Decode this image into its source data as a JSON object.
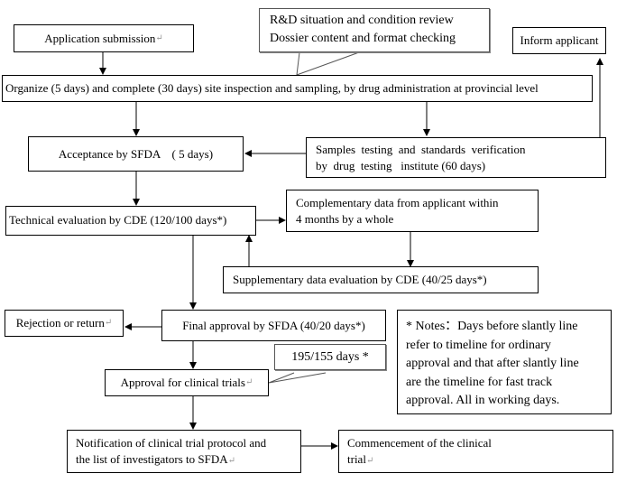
{
  "diagram": {
    "title": "Clinical trial application approval flowchart",
    "nodes": {
      "application_submission": {
        "label": "Application submission",
        "mark": "↵"
      },
      "review_callout": {
        "lines": [
          "R&D situation and condition review",
          "Dossier content and format checking"
        ]
      },
      "inform_applicant": {
        "label": "Inform applicant"
      },
      "organize_inspection": {
        "label": "Organize (5 days) and complete (30 days) site inspection and sampling, by drug administration at provincial level"
      },
      "acceptance_sfda": {
        "label": "Acceptance by SFDA    ( 5 days)"
      },
      "samples_testing": {
        "lines": [
          "Samples  testing  and  standards  verification",
          "by  drug  testing   institute (60 days)"
        ]
      },
      "technical_evaluation": {
        "label": "Technical evaluation by CDE (120/100 days*)"
      },
      "complementary_data": {
        "lines": [
          "Complementary data from applicant within",
          "4 months by a whole"
        ]
      },
      "supplementary_evaluation": {
        "label": "Supplementary data evaluation by CDE (40/25 days*)"
      },
      "rejection": {
        "label": "Rejection or return",
        "mark": "↵"
      },
      "final_approval": {
        "label": "Final approval by SFDA (40/20 days*)"
      },
      "days_callout": {
        "label": "195/155 days *"
      },
      "approval_clinical": {
        "label": "Approval for clinical trials",
        "mark": "↵"
      },
      "notes": {
        "lines": [
          "* Notes：Days before slantly line",
          "refer to timeline for ordinary",
          "approval and that after slantly line",
          "are the timeline for fast track",
          "approval. All in working days."
        ]
      },
      "notification": {
        "lines": [
          "Notification of clinical trial protocol and",
          "the list of investigators to SFDA"
        ],
        "mark": "↵"
      },
      "commencement": {
        "lines": [
          "Commencement of the clinical",
          "trial"
        ],
        "mark": "↵"
      }
    },
    "edges": [
      [
        "application_submission",
        "organize_inspection"
      ],
      [
        "organize_inspection",
        "acceptance_sfda"
      ],
      [
        "organize_inspection",
        "samples_testing"
      ],
      [
        "samples_testing",
        "acceptance_sfda"
      ],
      [
        "samples_testing",
        "inform_applicant"
      ],
      [
        "acceptance_sfda",
        "technical_evaluation"
      ],
      [
        "technical_evaluation",
        "complementary_data"
      ],
      [
        "complementary_data",
        "supplementary_evaluation"
      ],
      [
        "supplementary_evaluation",
        "technical_evaluation"
      ],
      [
        "technical_evaluation",
        "final_approval"
      ],
      [
        "final_approval",
        "rejection"
      ],
      [
        "final_approval",
        "approval_clinical"
      ],
      [
        "approval_clinical",
        "notification"
      ],
      [
        "notification",
        "commencement"
      ]
    ]
  }
}
